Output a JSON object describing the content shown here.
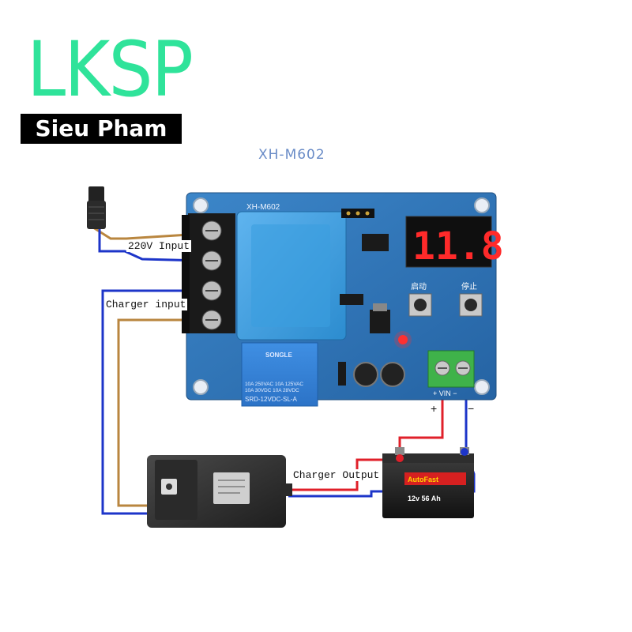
{
  "logo": {
    "title": "LKSP",
    "subtitle": "Sieu Pham"
  },
  "board": {
    "title": "XH-M602",
    "silk_label": "XH-M602",
    "display": "11.8",
    "button_start": "启动",
    "button_stop": "停止",
    "relay_brand": "SONGLE",
    "relay_line1": "10A 250VAC  10A 125VAC",
    "relay_line2": "10A  30VDC  10A  28VDC",
    "relay_model": "SRD-12VDC-SL-A",
    "terminal_label": "+ VIN −"
  },
  "labels": {
    "input_220v": "220V Input",
    "charger_input": "Charger input",
    "charger_output": "Charger Output",
    "plus": "+",
    "minus": "−"
  },
  "battery": {
    "brand": "AutoFast",
    "spec": "12v 56 Ah"
  },
  "colors": {
    "logo_green": "#2fe39a",
    "board_blue": "#2b6fb0",
    "wire_brown": "#b9863f",
    "wire_blue": "#1d35c9",
    "wire_red": "#e0202a",
    "display_red": "#ff2a2a"
  }
}
